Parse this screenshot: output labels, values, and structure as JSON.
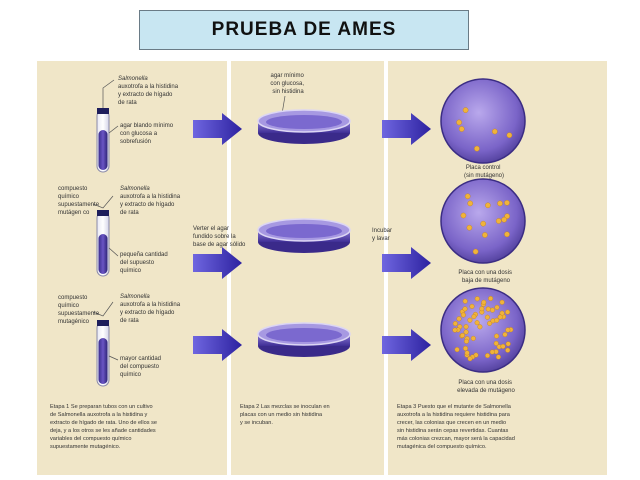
{
  "title": "PRUEBA DE AMES",
  "colors": {
    "panel": "#f0e6c8",
    "divider": "#ffffff",
    "arrow": "#4a40c2",
    "colony": "#f0b33a",
    "plate": "#7a64c8"
  },
  "row1": {
    "tube_label": [
      "Salmonella",
      "auxotrofa a la histidina",
      "y extracto de hígado",
      "de rata"
    ],
    "medium_label": [
      "agar blando mínimo",
      "con glucosa a",
      "sobrefusión"
    ],
    "plate_top_label": [
      "agar mínimo",
      "con glucosa,",
      "sin histidina"
    ],
    "result_label": [
      "Placa control",
      "(sin mutágeno)"
    ],
    "colonies": 6
  },
  "row2": {
    "compound_label": [
      "compuesto",
      "químico",
      "supuestamente",
      "mutágen co"
    ],
    "tube_label": [
      "Salmonella",
      "auxotrofa a la histidina",
      "y extracto de hígado",
      "de rata"
    ],
    "amount_label": [
      "pequeña cantidad",
      "del supuesto",
      "químico"
    ],
    "pour_label": [
      "Verter el agar",
      "fundido sobre la",
      "base de agar sólido"
    ],
    "incubate_label": [
      "Incubar",
      "y lavar"
    ],
    "result_label": [
      "Placa con una dosis",
      "baja de mutágeno"
    ],
    "colonies": 14
  },
  "row3": {
    "compound_label": [
      "compuesto",
      "químico",
      "supuestamente",
      "mutagénico"
    ],
    "tube_label": [
      "Salmonella",
      "auxotrofa a la histidina",
      "y extracto de hígado",
      "de rata"
    ],
    "amount_label": [
      "mayor cantidad",
      "del compuesto",
      "químico"
    ],
    "result_label": [
      "Placa con una dosis",
      "elevada de mutágeno"
    ],
    "colonies": 60
  },
  "footer": {
    "col1": [
      "Etapa 1 Se preparan tubos con un cultivo",
      "de Salmonella auxotrofa a la histidina y",
      "extracto de hígado de rata. Uno de ellos se",
      "deja, y a los otros se les añade cantidades",
      "variables del compuesto químico",
      "supuestamente mutagénico."
    ],
    "col2": [
      "Etapa 2 Las mezclas se inoculan en",
      "placas con un medio sin histidina",
      "y se incuban."
    ],
    "col3": [
      "Etapa 3 Puesto que el mutante de Salmonella",
      "auxotrofa a la histidina requiere histidina para",
      "crecer, las colonias que crecen en un medio",
      "sin histidina serán cepas revertidas. Cuantas",
      "más colonias crezcan, mayor será la capacidad",
      "mutagénica del compuesto químico."
    ]
  }
}
